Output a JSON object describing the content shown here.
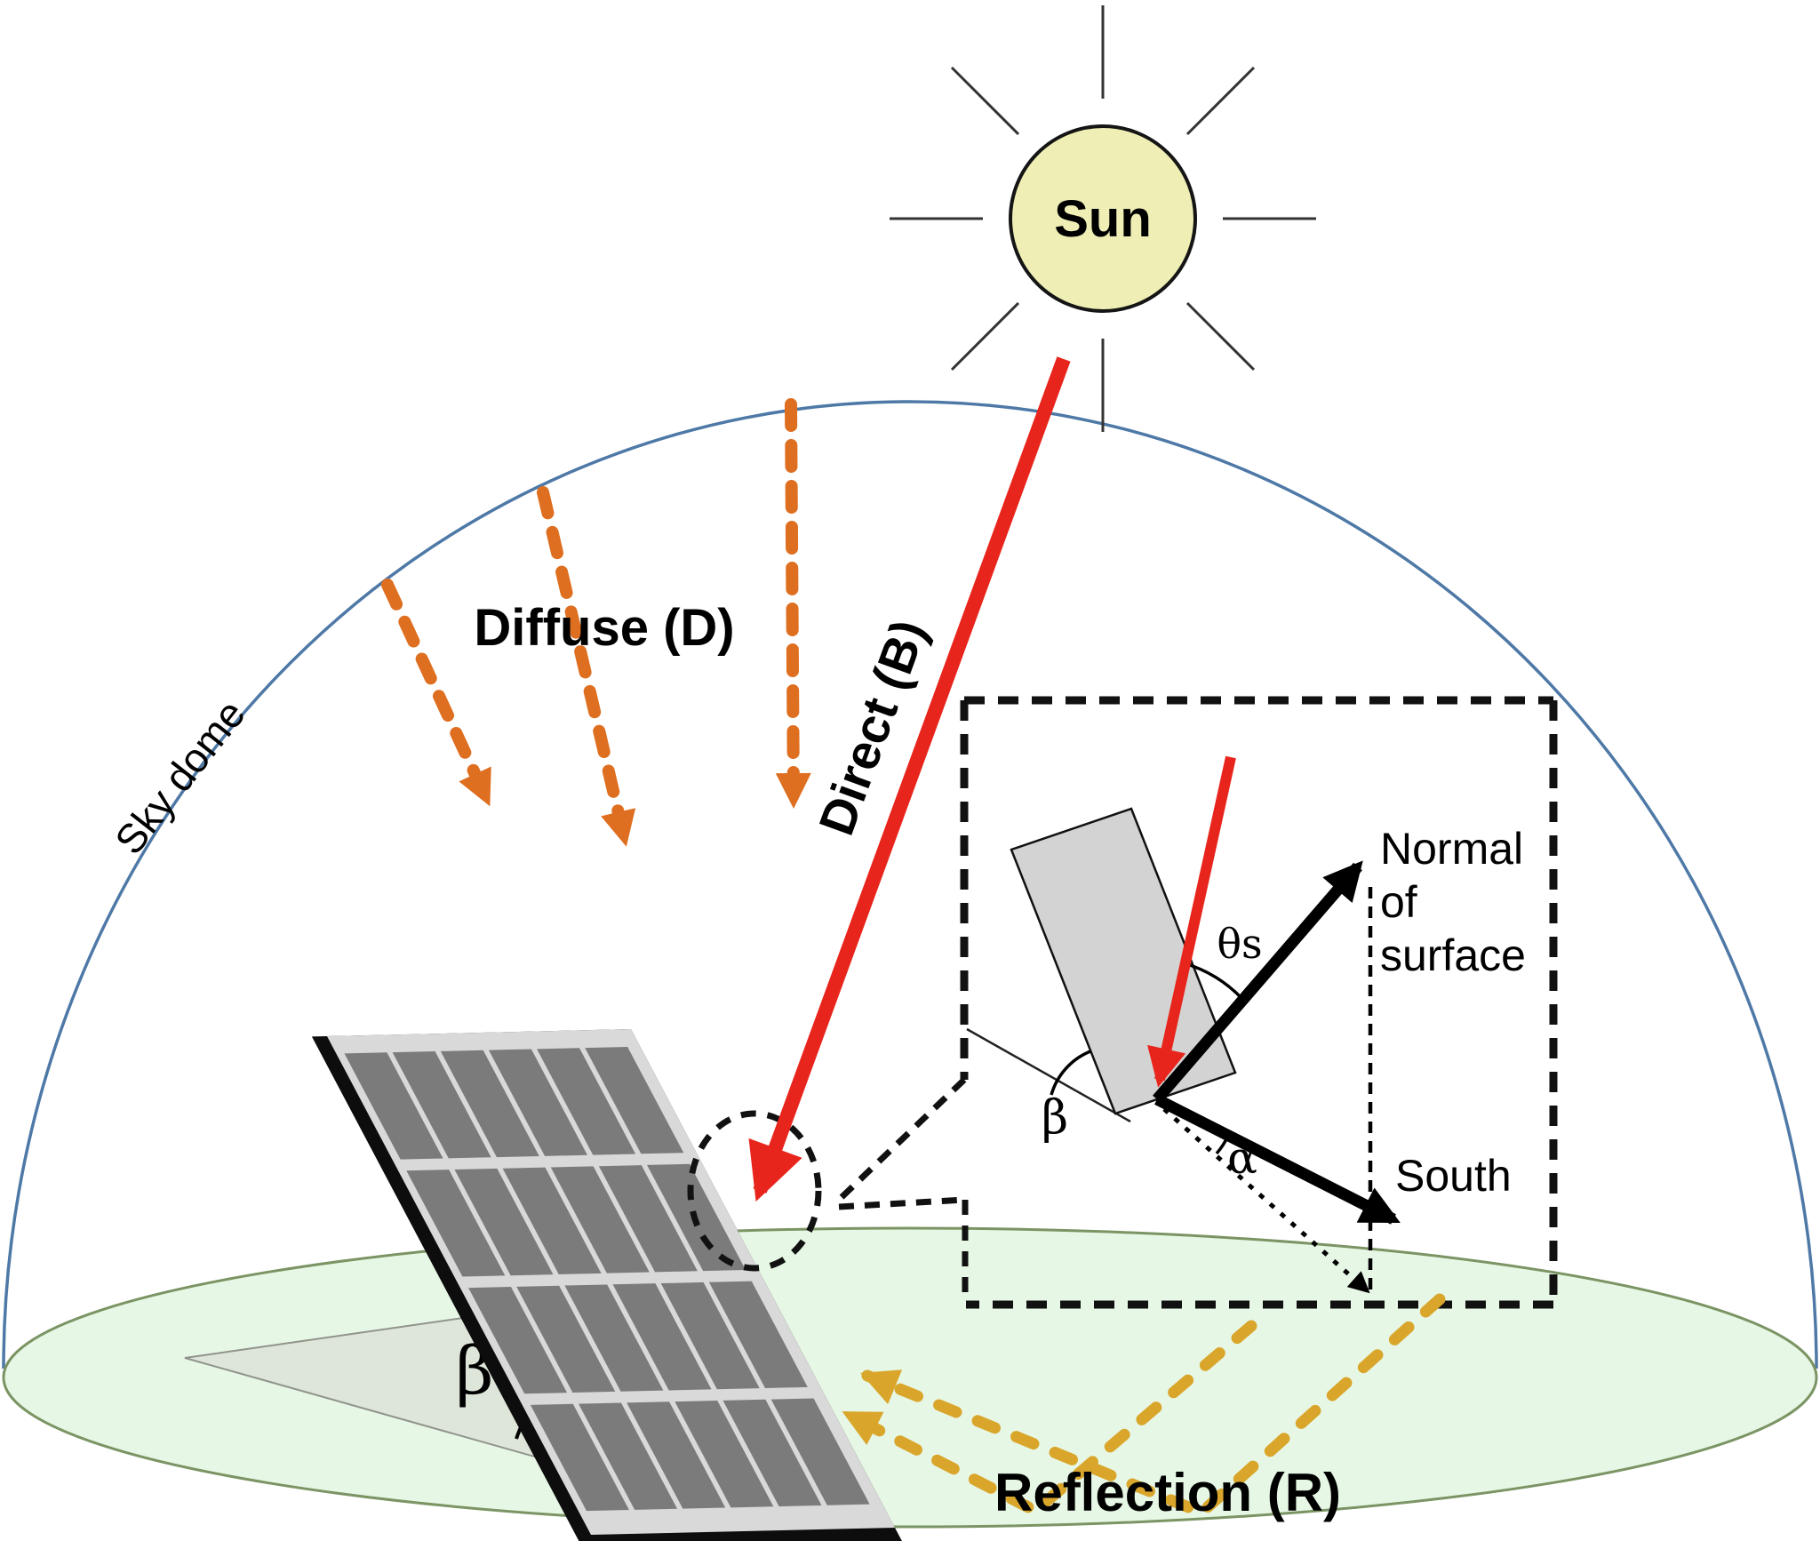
{
  "labels": {
    "sun": "Sun",
    "sky_dome": "Sky dome",
    "diffuse": "Diffuse (D)",
    "direct": "Direct (B)",
    "reflection": "Reflection (R)",
    "south": "South",
    "normal_of_surface": [
      "Normal",
      "of",
      "surface"
    ],
    "incidence_angle": "θs",
    "panel_tilt_angle": "β",
    "inset_tilt_angle": "β",
    "azimuth_angle": "α"
  },
  "colors": {
    "direct_beam": "#e8251c",
    "diffuse": "#df6f20",
    "reflection": "#d9a62b",
    "sun_fill": "#eeeeb5",
    "sun_stroke": "#151515",
    "sky_dome_stroke": "#4e79a7",
    "ground_fill": "#e7f7e5",
    "ground_stroke": "#7b9464",
    "wedge_fill": "#dee6da",
    "wedge_stroke": "#90948c",
    "panel_cell": "#7b7b7b",
    "panel_silver": "#d9d9d9",
    "panel_black": "#0d0d0d",
    "inset_panel": "#d3d3d3",
    "callout_dash": "#111111"
  }
}
